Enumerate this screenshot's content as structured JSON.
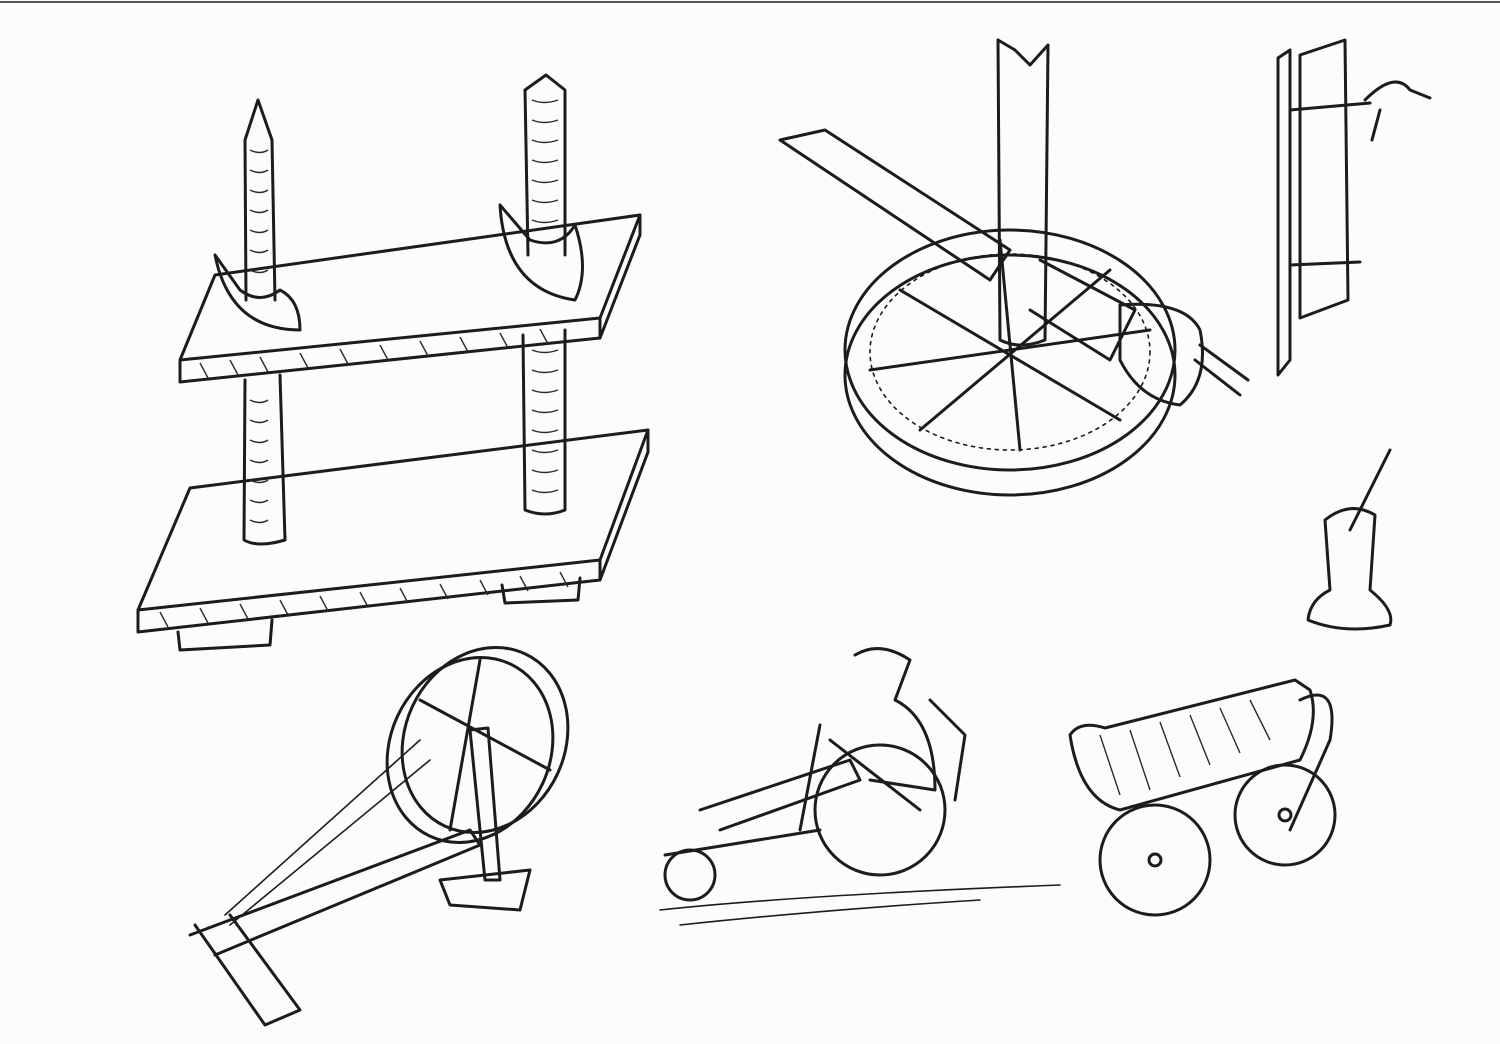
{
  "colors": {
    "ink": "#1c1c1c",
    "paper": "#fcfcfc"
  },
  "illustrations": [
    "screw-press",
    "millstone-with-shaft",
    "vertical-frame",
    "mortar-and-pestle",
    "spinning-wheel",
    "hand-tricycle",
    "cart"
  ]
}
